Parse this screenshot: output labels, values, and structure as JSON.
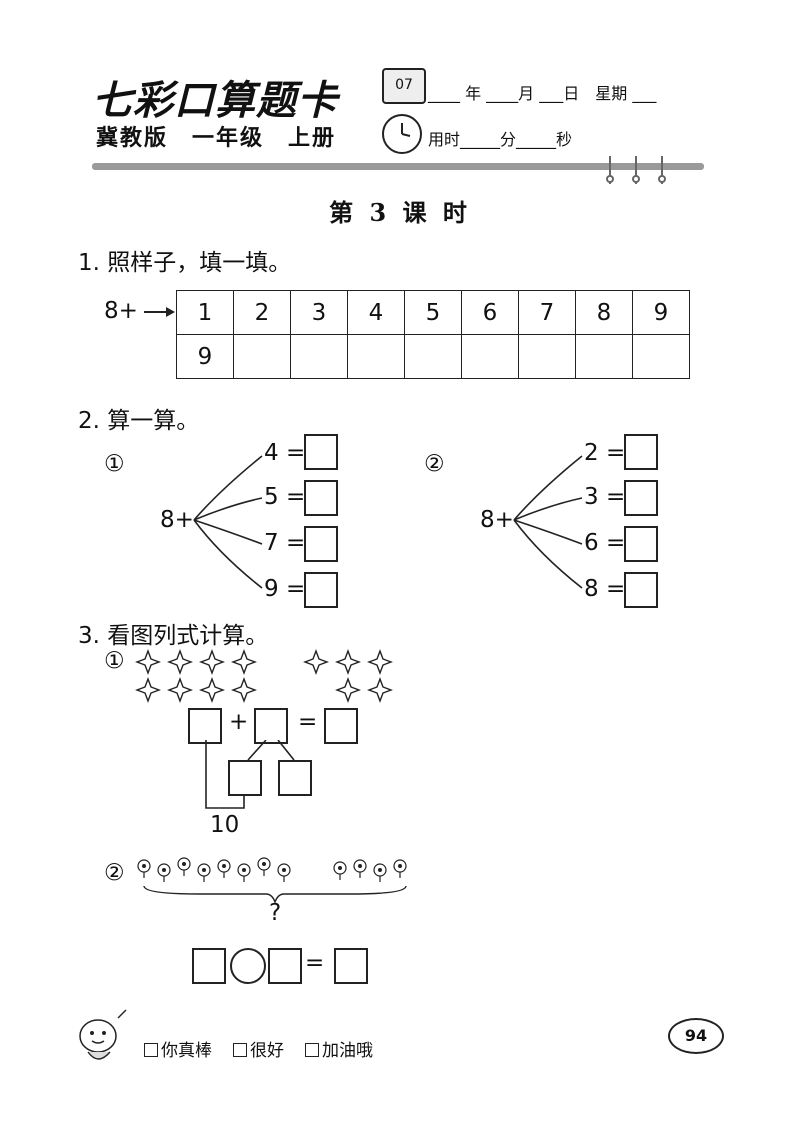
{
  "header": {
    "brand": "七彩口算题卡",
    "edition": "冀教版　一年级　上册",
    "calendar_icon_text": "07",
    "date_line": "____ 年 ____月 ___日　星期 ___",
    "time_line": "用时_____分_____秒"
  },
  "lesson_title": "第 3 课 时",
  "q1": {
    "heading": "1. 照样子，填一填。",
    "prefix": "8+",
    "top_row": [
      "1",
      "2",
      "3",
      "4",
      "5",
      "6",
      "7",
      "8",
      "9"
    ],
    "bottom_row": [
      "9",
      "",
      "",
      "",
      "",
      "",
      "",
      "",
      ""
    ]
  },
  "q2": {
    "heading": "2. 算一算。",
    "groups": [
      {
        "marker": "①",
        "base": "8+",
        "addends": [
          "4",
          "5",
          "7",
          "9"
        ]
      },
      {
        "marker": "②",
        "base": "8+",
        "addends": [
          "2",
          "3",
          "6",
          "8"
        ]
      }
    ]
  },
  "q3": {
    "heading": "3. 看图列式计算。",
    "part1": {
      "marker": "①",
      "plus": "+",
      "equals": "=",
      "ten_label": "10"
    },
    "part2": {
      "marker": "②",
      "question": "?",
      "equals": "="
    }
  },
  "footer": {
    "ratings": [
      "你真棒",
      "很好",
      "加油哦"
    ],
    "page_number": "94"
  }
}
